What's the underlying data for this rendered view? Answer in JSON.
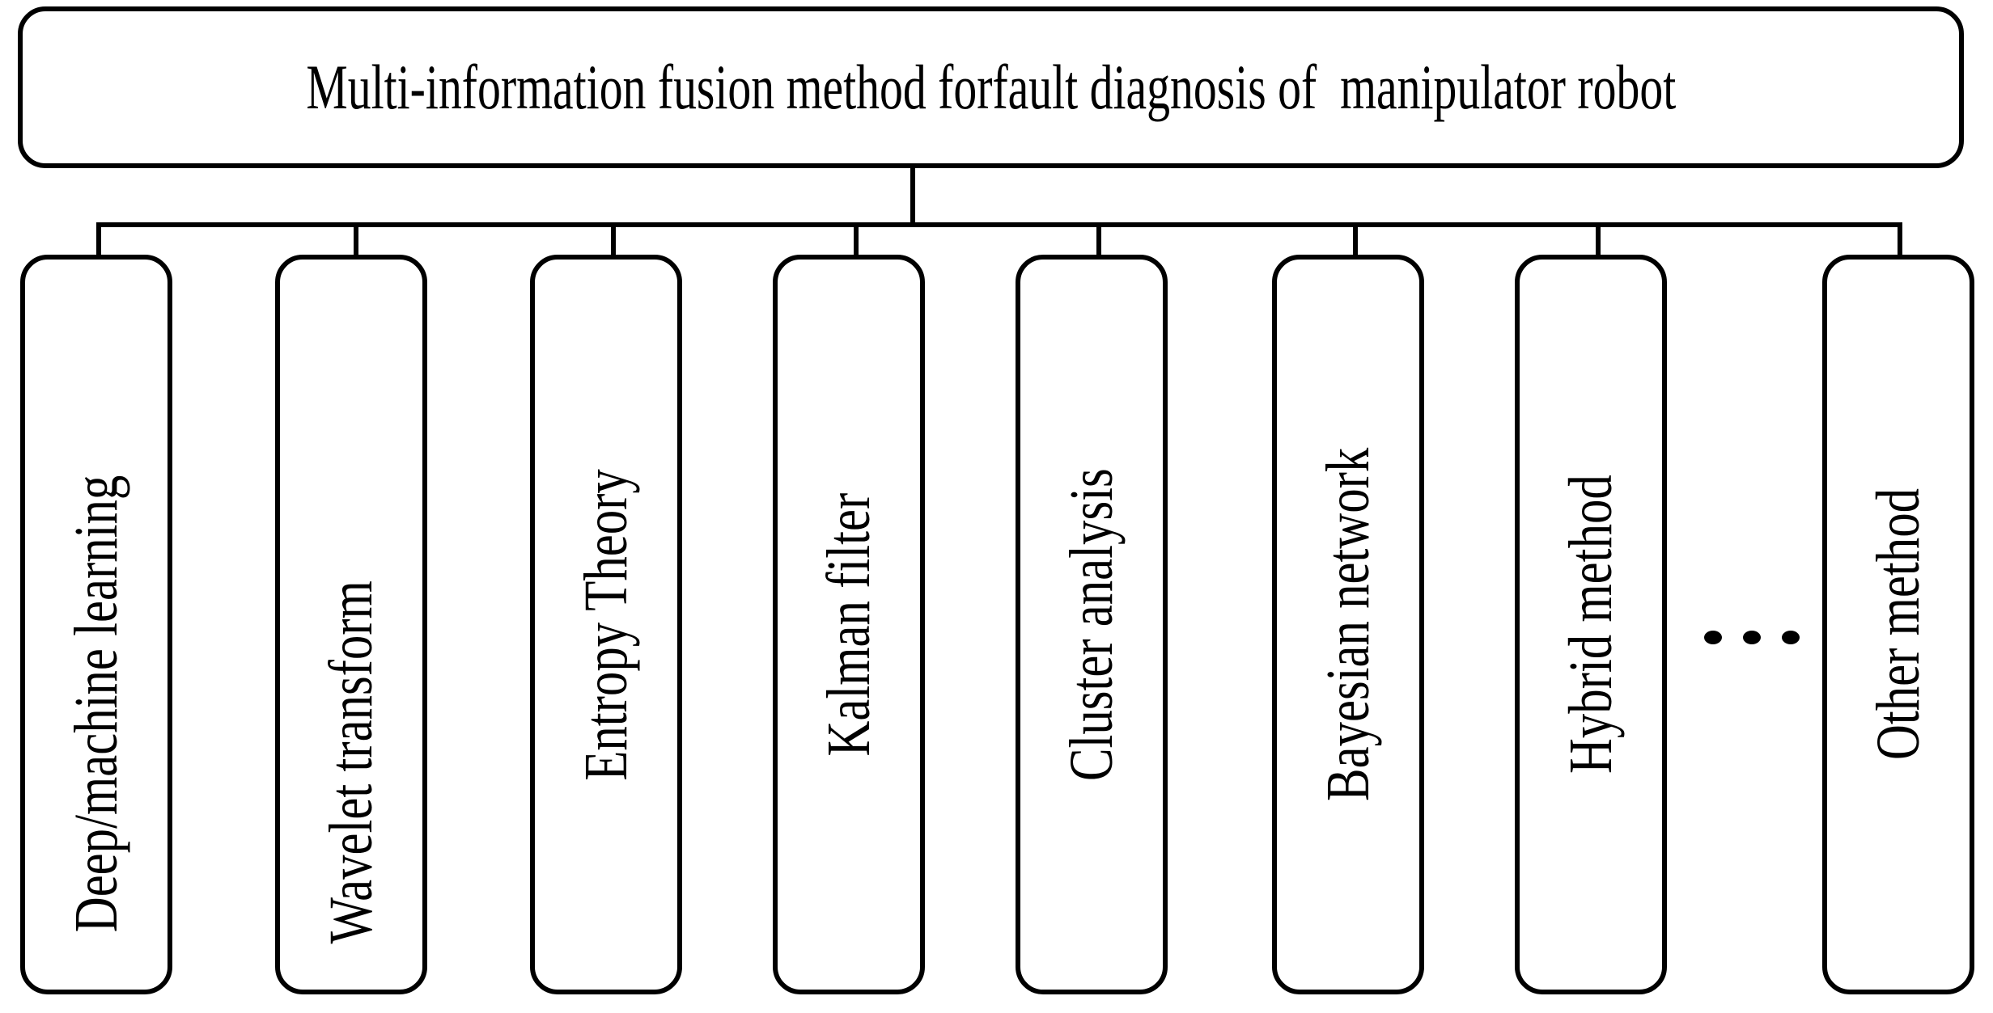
{
  "diagram": {
    "type": "tree",
    "orientation": "top-down",
    "root": {
      "label": "Multi-information fusion method forfault diagnosis of  manipulator robot",
      "shape": "rounded-rectangle"
    },
    "children": [
      {
        "label": "Deep/machine learning",
        "shape": "rounded-rectangle",
        "text_orientation": "vertical-bottom-to-top"
      },
      {
        "label": "Wavelet transform",
        "shape": "rounded-rectangle",
        "text_orientation": "vertical-bottom-to-top"
      },
      {
        "label": "Entropy Theory",
        "shape": "rounded-rectangle",
        "text_orientation": "vertical-bottom-to-top"
      },
      {
        "label": "Kalman filter",
        "shape": "rounded-rectangle",
        "text_orientation": "vertical-bottom-to-top"
      },
      {
        "label": "Cluster analysis",
        "shape": "rounded-rectangle",
        "text_orientation": "vertical-bottom-to-top"
      },
      {
        "label": "Bayesian network",
        "shape": "rounded-rectangle",
        "text_orientation": "vertical-bottom-to-top"
      },
      {
        "label": "Hybrid method",
        "shape": "rounded-rectangle",
        "text_orientation": "vertical-bottom-to-top"
      },
      {
        "label": "Other method",
        "shape": "rounded-rectangle",
        "text_orientation": "vertical-bottom-to-top"
      }
    ],
    "ellipsis": {
      "label": "…",
      "dot_count": 3,
      "between": [
        "Hybrid method",
        "Other method"
      ]
    },
    "colors": {
      "stroke": "#000000",
      "fill": "#ffffff",
      "text": "#000000",
      "background": "#ffffff"
    }
  }
}
